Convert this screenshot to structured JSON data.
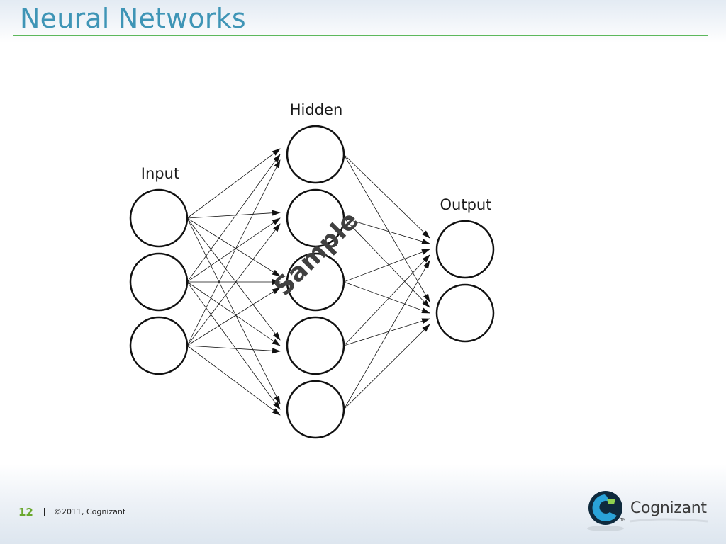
{
  "slide": {
    "title": "Neural Networks",
    "page_number": "12",
    "copyright": "©2011, Cognizant",
    "logo": {
      "name": "Cognizant",
      "tm": "TM"
    },
    "watermark": "Sample"
  },
  "diagram": {
    "layers": [
      {
        "label": "Input",
        "nodes": 3
      },
      {
        "label": "Hidden",
        "nodes": 5
      },
      {
        "label": "Output",
        "nodes": 2
      }
    ],
    "connections": "fully-connected",
    "colors": {
      "title": "#3f95b6",
      "rule": "#5cb85c",
      "page_number": "#6aa82e",
      "stroke": "#111111"
    }
  }
}
